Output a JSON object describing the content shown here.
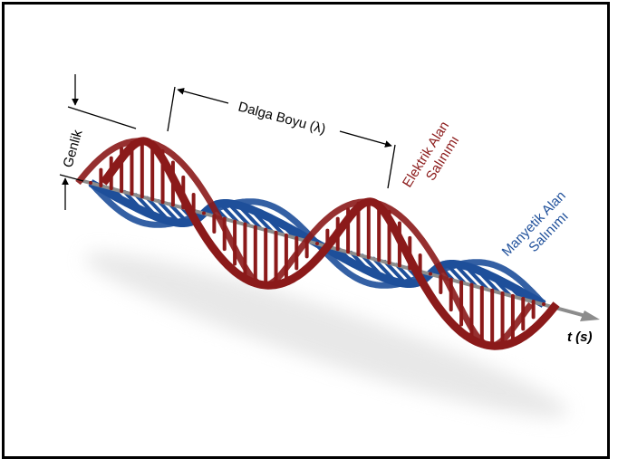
{
  "labels": {
    "amplitude": "Genlik",
    "wavelength": "Dalga Boyu (λ)",
    "electric_line1": "Elektrik Alan",
    "electric_line2": "Salınımı",
    "magnetic_line1": "Manyetik Alan",
    "magnetic_line2": "Salınımı",
    "time_axis": "t (s)"
  },
  "colors": {
    "electric": "#8b1a1a",
    "magnetic": "#1e4f9a",
    "axis": "#8c8c8c",
    "text": "#000000"
  }
}
